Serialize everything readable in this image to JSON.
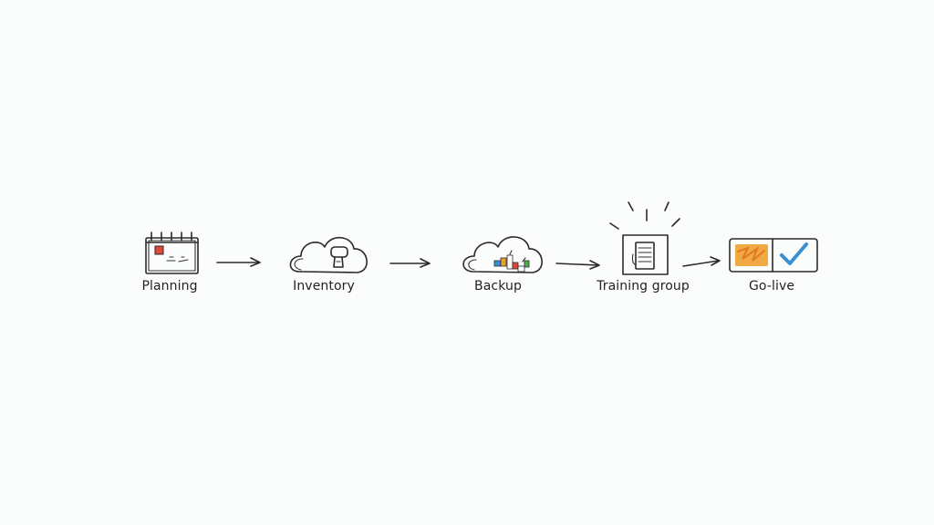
{
  "steps": [
    {
      "label": "Planning",
      "icon": "calendar-icon"
    },
    {
      "label": "Inventory",
      "icon": "cloud-search-icon"
    },
    {
      "label": "Backup",
      "icon": "cloud-backup-icon"
    },
    {
      "label": "Training group",
      "icon": "document-highlight-icon"
    },
    {
      "label": "Go-live",
      "icon": "checkmark-toggle-icon"
    }
  ],
  "colors": {
    "ink": "#2a2a2a",
    "accent_red": "#e0473a",
    "accent_orange": "#f0a030",
    "accent_blue": "#3a8fd0",
    "accent_green": "#4caf50",
    "background": "#fbfcfc"
  }
}
